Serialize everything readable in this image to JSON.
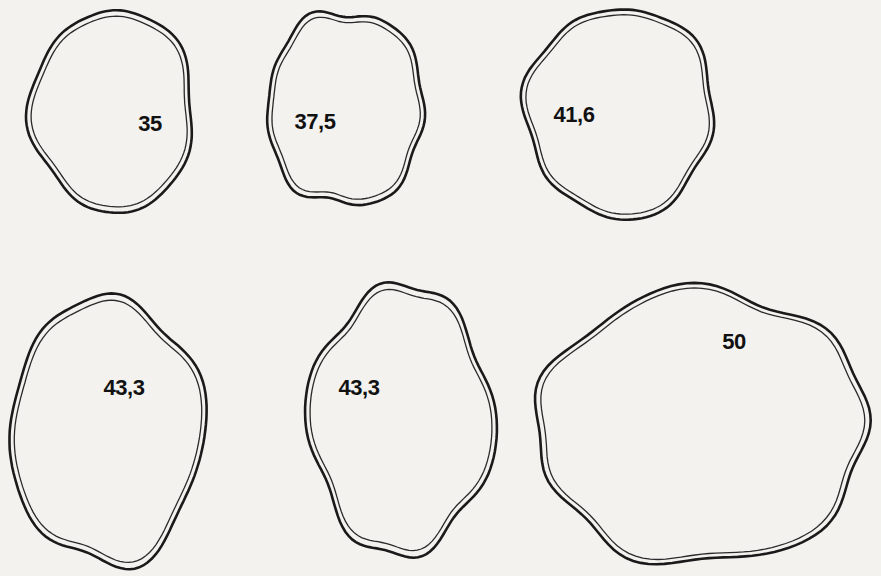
{
  "diagram": {
    "nodes": [
      {
        "text": [
          "35"
        ]
      },
      {
        "text": [
          "37,5"
        ]
      },
      {
        "text": [
          "41,6"
        ]
      },
      {
        "text": [
          "43,3"
        ]
      },
      {
        "text": [
          "43,3"
        ]
      },
      {
        "text": [
          "50"
        ]
      }
    ]
  }
}
